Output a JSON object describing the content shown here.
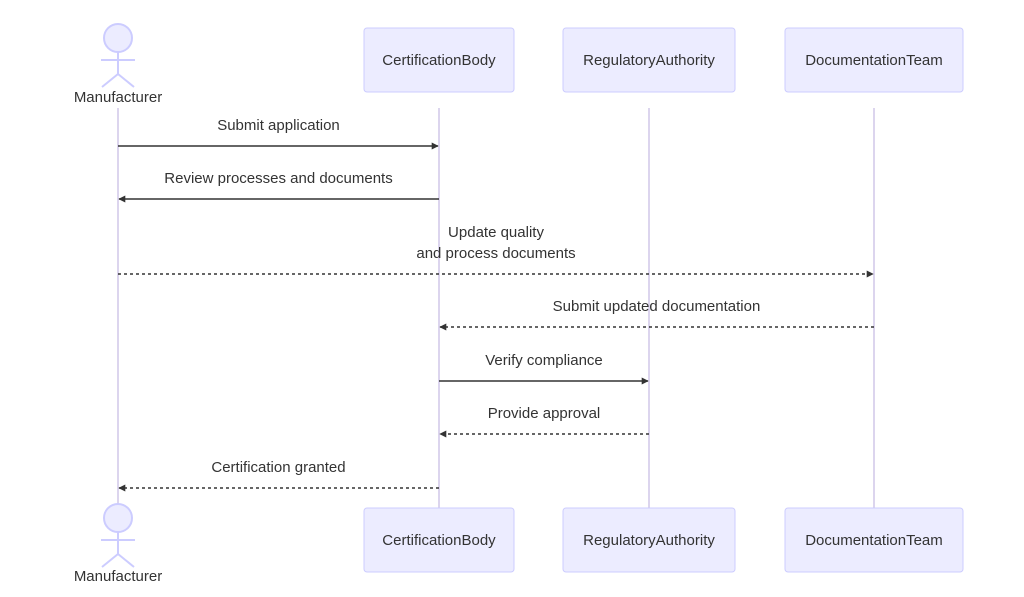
{
  "participants": [
    {
      "id": "manufacturer",
      "label": "Manufacturer",
      "kind": "actor"
    },
    {
      "id": "certification_body",
      "label": "CertificationBody",
      "kind": "box"
    },
    {
      "id": "regulatory_authority",
      "label": "RegulatoryAuthority",
      "kind": "box"
    },
    {
      "id": "documentation_team",
      "label": "DocumentationTeam",
      "kind": "box"
    }
  ],
  "messages": [
    {
      "from": "manufacturer",
      "to": "certification_body",
      "style": "solid",
      "text": [
        "Submit application"
      ]
    },
    {
      "from": "certification_body",
      "to": "manufacturer",
      "style": "solid",
      "text": [
        "Review processes and documents"
      ]
    },
    {
      "from": "manufacturer",
      "to": "documentation_team",
      "style": "dotted",
      "text": [
        "Update quality",
        "and process documents"
      ]
    },
    {
      "from": "documentation_team",
      "to": "certification_body",
      "style": "dotted",
      "text": [
        "Submit updated documentation"
      ]
    },
    {
      "from": "certification_body",
      "to": "regulatory_authority",
      "style": "solid",
      "text": [
        "Verify compliance"
      ]
    },
    {
      "from": "regulatory_authority",
      "to": "certification_body",
      "style": "dotted",
      "text": [
        "Provide approval"
      ]
    },
    {
      "from": "certification_body",
      "to": "manufacturer",
      "style": "dotted",
      "text": [
        "Certification granted"
      ]
    }
  ],
  "colors": {
    "actor_fill": "#ECECFF",
    "actor_border": "#CCCCFF",
    "lifeline": "#DCD5EE",
    "arrow": "#333333",
    "text": "#333333"
  }
}
